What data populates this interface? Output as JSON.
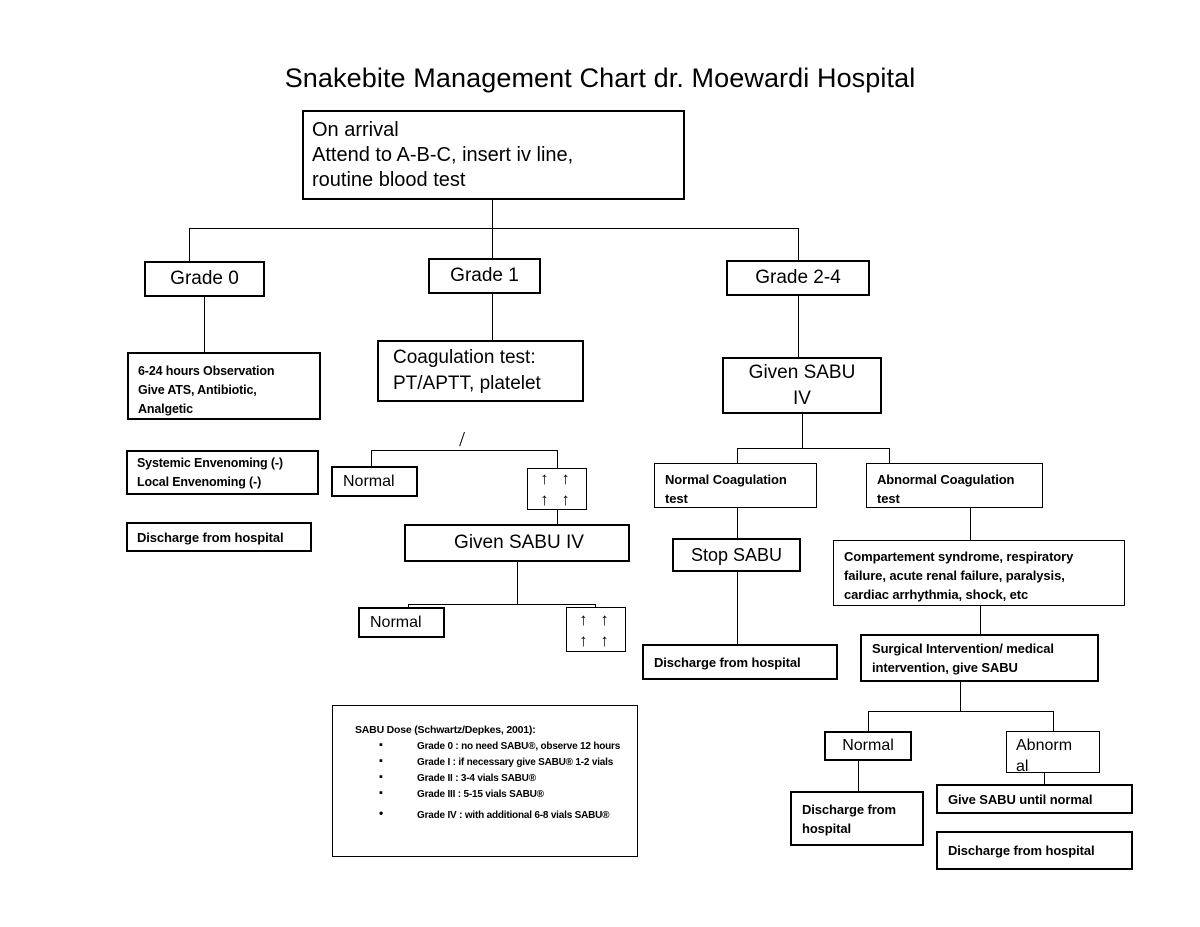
{
  "title": "Snakebite Management Chart dr. Moewardi Hospital",
  "nodes": {
    "on_arrival": "On arrival\nAttend to A-B-C, insert iv line,\nroutine blood test",
    "grade0": "Grade 0",
    "grade1": "Grade 1",
    "grade24": "Grade 2-4",
    "observation": "6-24 hours Observation\nGive ATS, Antibiotic,\nAnalgetic",
    "coagulation_test": "Coagulation test:\nPT/APTT, platelet",
    "given_sabu_iv_right": "Given SABU\nIV",
    "envenoming": "Systemic Envenoming (-)\nLocal Envenoming (-)",
    "discharge_left": "Discharge from hospital",
    "normal_1": "Normal",
    "arrows_1": "↑ ↑\n↑ ↑",
    "given_sabu_iv_mid": "Given SABU IV",
    "normal_2": "Normal",
    "arrows_2": "↑ ↑\n↑ ↑",
    "normal_coagulation": "Normal Coagulation\ntest",
    "abnormal_coagulation": "Abnormal Coagulation\ntest",
    "stop_sabu": "Stop SABU",
    "discharge_mid_right": "Discharge from hospital",
    "complications": "Compartement syndrome, respiratory\nfailure, acute renal failure, paralysis,\ncardiac arrhythmia, shock, etc",
    "surgical": "Surgical Intervention/ medical\nintervention, give SABU",
    "normal_3": "Normal",
    "abnormal_3": "Abnorm\nal",
    "discharge_bottom_left": "Discharge from\nhospital",
    "give_sabu_until_normal": "Give SABU until normal",
    "discharge_bottom_right": "Discharge from hospital"
  },
  "legend": {
    "title": "SABU Dose (Schwartz/Depkes, 2001):",
    "items": [
      "Grade  0  : no need SABU®, observe 12 hours",
      "Grade I    : if necessary give SABU® 1-2 vials",
      "Grade II   : 3-4 vials SABU®",
      "Grade III  : 5-15 vials SABU®",
      "Grade IV  : with additional 6-8 vials SABU®"
    ]
  },
  "colors": {
    "background": "#ffffff",
    "stroke": "#000000",
    "text": "#000000"
  }
}
